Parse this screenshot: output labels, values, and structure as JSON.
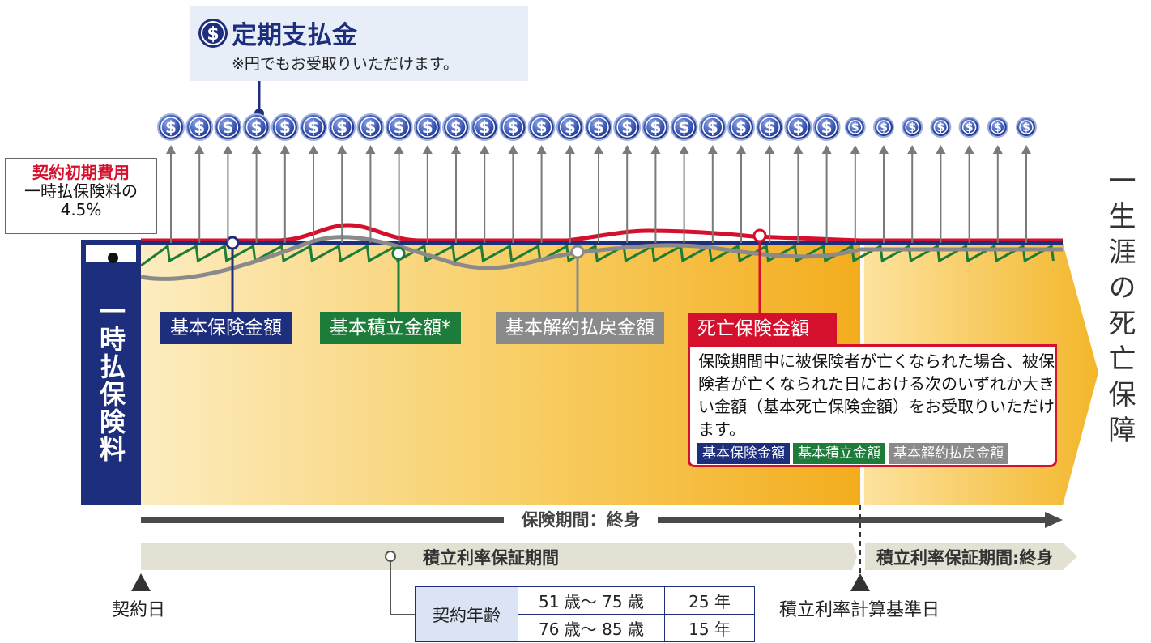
{
  "callout": {
    "title": "定期支払金",
    "note": "※円でもお受取りいただけます。",
    "coin_symbol": "$"
  },
  "fee_box": {
    "title": "契約初期費用",
    "line1": "一時払保険料の",
    "line2": "4.5%"
  },
  "premium": {
    "label": "一時払保険料"
  },
  "labels": {
    "basic_insured": "基本保険金額",
    "basic_accumulated": "基本積立金額*",
    "basic_surrender": "基本解約払戻金額",
    "death_benefit": "死亡保険金額"
  },
  "death_box": {
    "text": "保険期間中に被保険者が亡くなられた場合、被保険者が亡くなられた日における次のいずれか大きい金額（基本死亡保険金額）をお受取りいただけます。",
    "chips": [
      "基本保険金額",
      "基本積立金額",
      "基本解約払戻金額"
    ]
  },
  "lifelong_label": "一生涯の死亡保障",
  "timeline": {
    "period": "保険期間：終身",
    "guarantee": "積立利率保証期間",
    "guarantee_after": "積立利率保証期間:終身",
    "start": "契約日",
    "base_date": "積立利率計算基準日"
  },
  "age_table": {
    "header": "契約年齢",
    "rows": [
      {
        "range": "51 歳～ 75 歳",
        "years": "25 年"
      },
      {
        "range": "76 歳～ 85 歳",
        "years": "15 年"
      }
    ]
  },
  "colors": {
    "navy": "#1d2e7c",
    "green": "#1e7c3a",
    "gray": "#8a8a8a",
    "red": "#d5102c",
    "gold": "#f5b82a"
  }
}
